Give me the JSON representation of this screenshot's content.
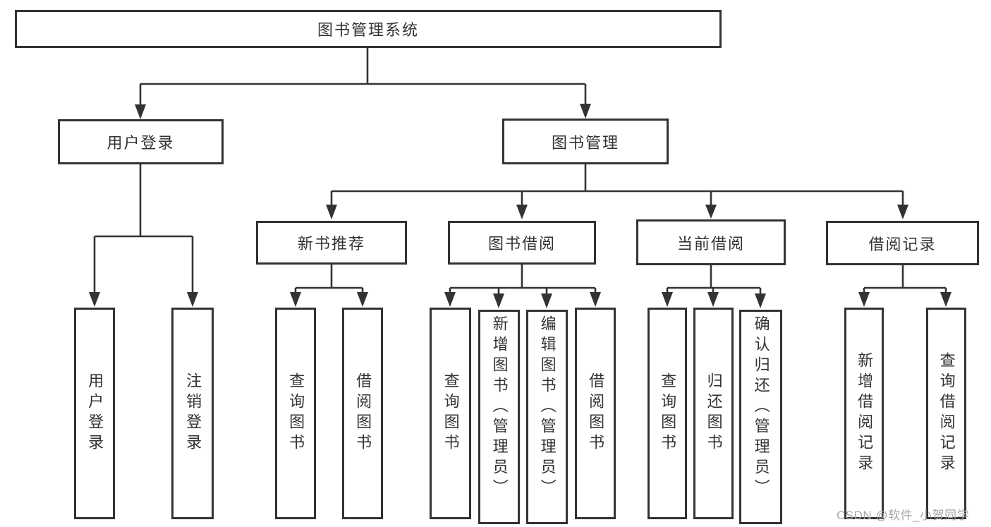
{
  "tree": {
    "root": {
      "label": "图书管理系统"
    },
    "branches": [
      {
        "label": "用户登录",
        "children": [
          {
            "label": "用户登录"
          },
          {
            "label": "注销登录"
          }
        ]
      },
      {
        "label": "图书管理",
        "children": [
          {
            "label": "新书推荐",
            "children": [
              {
                "label": "查询图书"
              },
              {
                "label": "借阅图书"
              }
            ]
          },
          {
            "label": "图书借阅",
            "children": [
              {
                "label": "查询图书"
              },
              {
                "label": "新增图书（管理员）"
              },
              {
                "label": "编辑图书（管理员）"
              },
              {
                "label": "借阅图书"
              }
            ]
          },
          {
            "label": "当前借阅",
            "children": [
              {
                "label": "查询图书"
              },
              {
                "label": "归还图书"
              },
              {
                "label": "确认归还（管理员）"
              }
            ]
          },
          {
            "label": "借阅记录",
            "children": [
              {
                "label": "新增借阅记录"
              },
              {
                "label": "查询借阅记录"
              }
            ]
          }
        ]
      }
    ]
  },
  "watermark": "CSDN @软件_小贺同学",
  "colors": {
    "line": "#333333",
    "text": "#333333",
    "watermark": "#a8a8a8",
    "background": "#ffffff"
  }
}
